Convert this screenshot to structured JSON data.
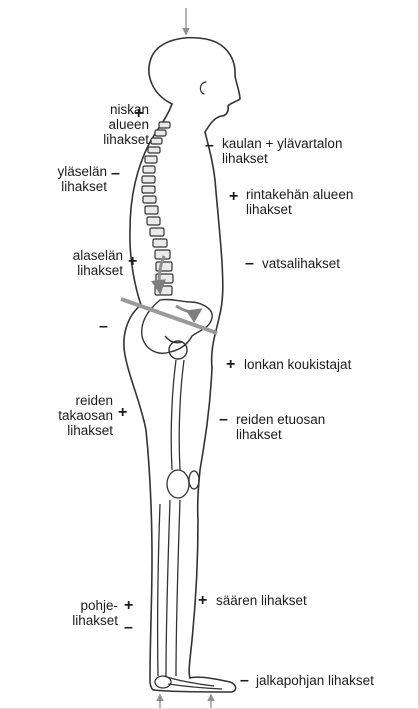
{
  "labels": {
    "niskan": [
      "niskan",
      "alueen",
      "lihakset"
    ],
    "niskan_sign": "+",
    "kaulan": [
      "kaulan + ylävartalon",
      "lihakset"
    ],
    "kaulan_sign": "–",
    "ylaselan": [
      "yläselän",
      "lihakset"
    ],
    "ylaselan_sign": "–",
    "rintakehan": [
      "rintakehän alueen",
      "lihakset"
    ],
    "rintakehan_sign": "+",
    "alaselan": [
      "alaselän",
      "lihakset"
    ],
    "alaselan_sign": "+",
    "vatsa": [
      "vatsalihakset"
    ],
    "vatsa_sign": "–",
    "pelvis_sign": "–",
    "lonkan": [
      "lonkan koukistajat"
    ],
    "lonkan_sign": "+",
    "takaosan": [
      "reiden",
      "takaosan",
      "lihakset"
    ],
    "takaosan_sign": "+",
    "etuosan": [
      "reiden etuosan",
      "lihakset"
    ],
    "etuosan_sign": "–",
    "saaren": [
      "säären lihakset"
    ],
    "saaren_sign": "+",
    "pohje": [
      "pohje-",
      "lihakset"
    ],
    "pohje_sign_plus": "+",
    "pohje_sign_minus": "–",
    "jalkapohjan": [
      "jalkapohjan lihakset"
    ],
    "jalkapohjan_sign": "–"
  },
  "colors": {
    "line": "#333333",
    "arrow": "#8f8f8f",
    "bar": "#9a9a9a",
    "text": "#1c1c1c"
  }
}
